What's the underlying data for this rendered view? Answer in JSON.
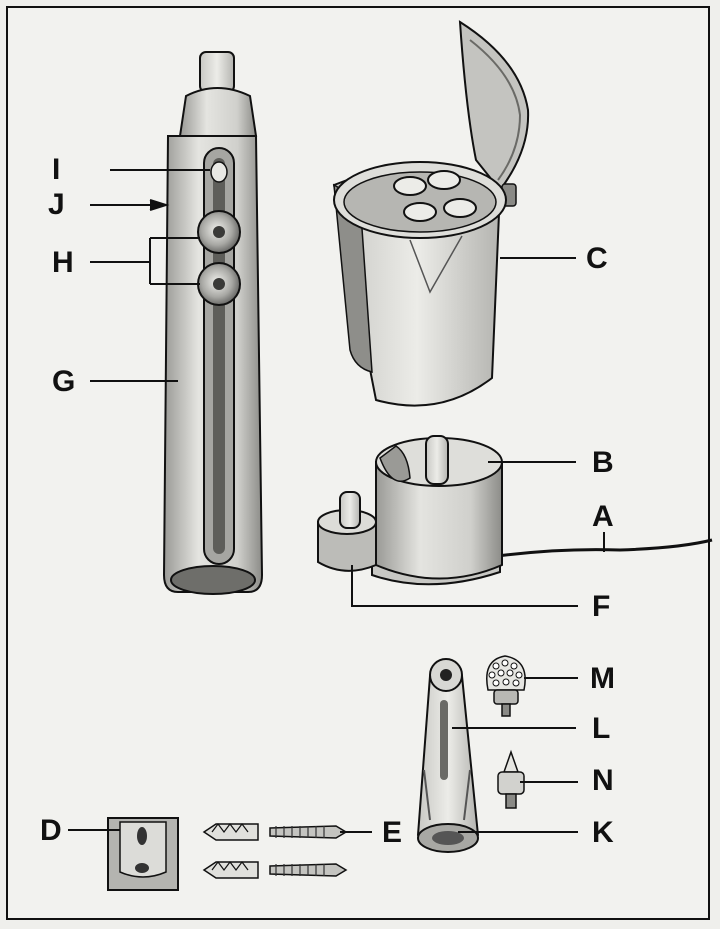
{
  "labels": {
    "a": "A",
    "b": "B",
    "c": "C",
    "d": "D",
    "e": "E",
    "f": "F",
    "g": "G",
    "h": "H",
    "i": "I",
    "j": "J",
    "k": "K",
    "l": "L",
    "m": "M",
    "n": "N"
  },
  "colors": {
    "ink": "#111111",
    "shade": "#7a7a78",
    "light": "#d8d8d4",
    "paper": "#f2f2ef"
  }
}
